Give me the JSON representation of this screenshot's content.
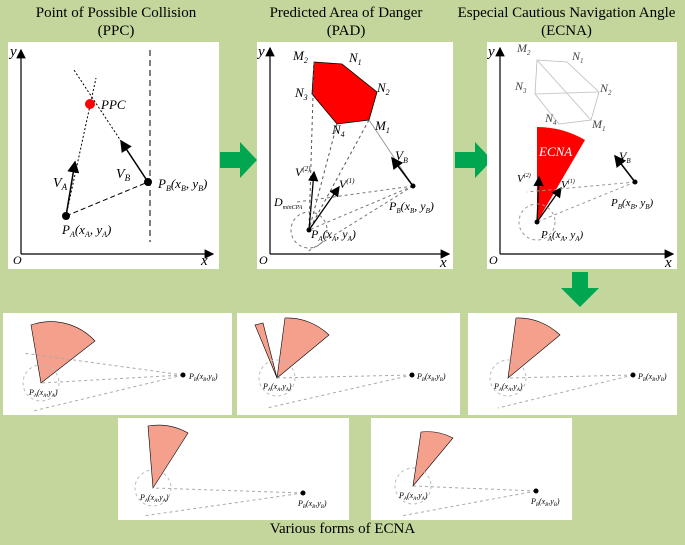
{
  "titles": {
    "ppc": [
      "Point of Possible Collision",
      "(PPC)"
    ],
    "pad": [
      "Predicted Area of Danger",
      "(PAD)"
    ],
    "ecna": [
      "Especial Cautious Navigation Angle",
      "(ECNA)"
    ]
  },
  "ppc_panel": {
    "y_axis": "y",
    "x_axis": "x",
    "origin": "O",
    "ppc_label": "PPC",
    "va": "V",
    "va_sub": "A",
    "vb": "V",
    "vb_sub": "B",
    "pa": "P",
    "pa_sub": "A",
    "pa_coords": "(x",
    "pa_coords2": ", y",
    "pa_close": ")",
    "pb": "P",
    "pb_sub": "B"
  },
  "pad_panel": {
    "m2": "M",
    "m2s": "2",
    "n1": "N",
    "n1s": "1",
    "n2": "N",
    "n2s": "2",
    "n3": "N",
    "n3s": "3",
    "n4": "N",
    "n4s": "4",
    "m1": "M",
    "m1s": "1",
    "va2": "V",
    "va2s": "A",
    "va2sup": "(2)",
    "va1": "V",
    "va1s": "A",
    "va1sup": "(1)",
    "vb": "V",
    "vb_sub": "B",
    "dmin": "D",
    "dmin_sub": "minCPA",
    "y_axis": "y",
    "x_axis": "x",
    "origin": "O"
  },
  "ecna_panel": {
    "ecna_label": "ECNA",
    "y_axis": "y",
    "x_axis": "x",
    "origin": "O"
  },
  "caption": "Various forms of ECNA",
  "colors": {
    "background": "#c3d69b",
    "arrow": "#00a650",
    "danger": "#ff0000",
    "fan": "#f4a08c"
  }
}
